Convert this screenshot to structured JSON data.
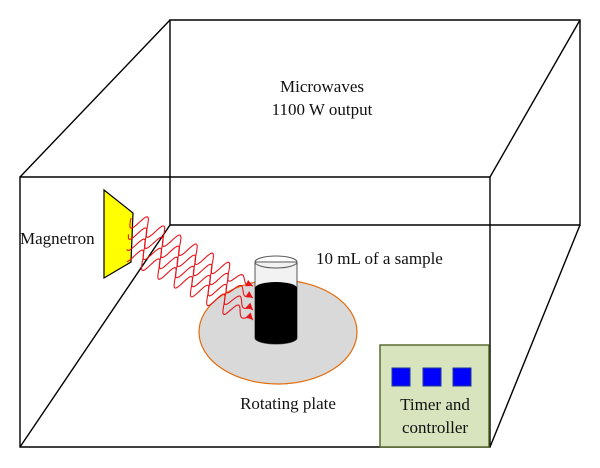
{
  "labels": {
    "microwaves_line1": "Microwaves",
    "microwaves_line2": "1100 W output",
    "magnetron": "Magnetron",
    "sample": "10 mL of a sample",
    "plate": "Rotating plate",
    "timer_line1": "Timer and",
    "timer_line2": "controller"
  },
  "colors": {
    "line": "#000000",
    "magnetron_fill": "#ffff00",
    "wave": "#e8161b",
    "plate_fill": "#d9d9d9",
    "plate_outline": "#e36c0a",
    "vial_fill": "#000000",
    "vial_glass": "#f2f2f2",
    "panel_fill": "#d7e4bd",
    "panel_outline": "#4f6228",
    "button_fill": "#0000ff",
    "button_outline": "#1f3a93"
  },
  "icons": {
    "controller_buttons": [
      "button-square",
      "button-square",
      "button-square"
    ]
  }
}
